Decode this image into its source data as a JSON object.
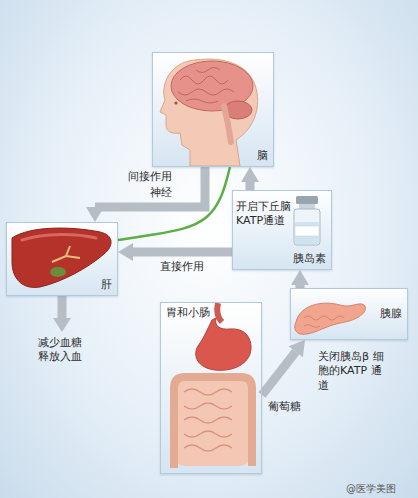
{
  "diagram": {
    "nodes": [
      {
        "text": [
          "脑"
        ]
      },
      {
        "text": [
          "胰岛素"
        ]
      },
      {
        "text": [
          "肝"
        ]
      },
      {
        "text": [
          "胰腺"
        ]
      },
      {
        "text": [
          "胃和小肠"
        ]
      }
    ],
    "edges": [
      {
        "from": 0,
        "to": 2,
        "arrow": "to",
        "label": "神经"
      },
      {
        "from": 0,
        "to": 2,
        "arrow": "none"
      },
      {
        "from": 1,
        "to": 0,
        "arrow": "to",
        "label": "开启下丘脑 KATP通道"
      },
      {
        "from": 1,
        "to": 2,
        "arrow": "to",
        "label": "直接作用"
      },
      {
        "from": 3,
        "to": 1,
        "arrow": "to"
      },
      {
        "from": 4,
        "to": 3,
        "arrow": "to",
        "label": "葡萄糖"
      }
    ],
    "labels": [
      "间接作用",
      "减少血糖 释放入血",
      "关闭胰岛β 细胞的KATP 通道",
      "@医学美图"
    ]
  }
}
